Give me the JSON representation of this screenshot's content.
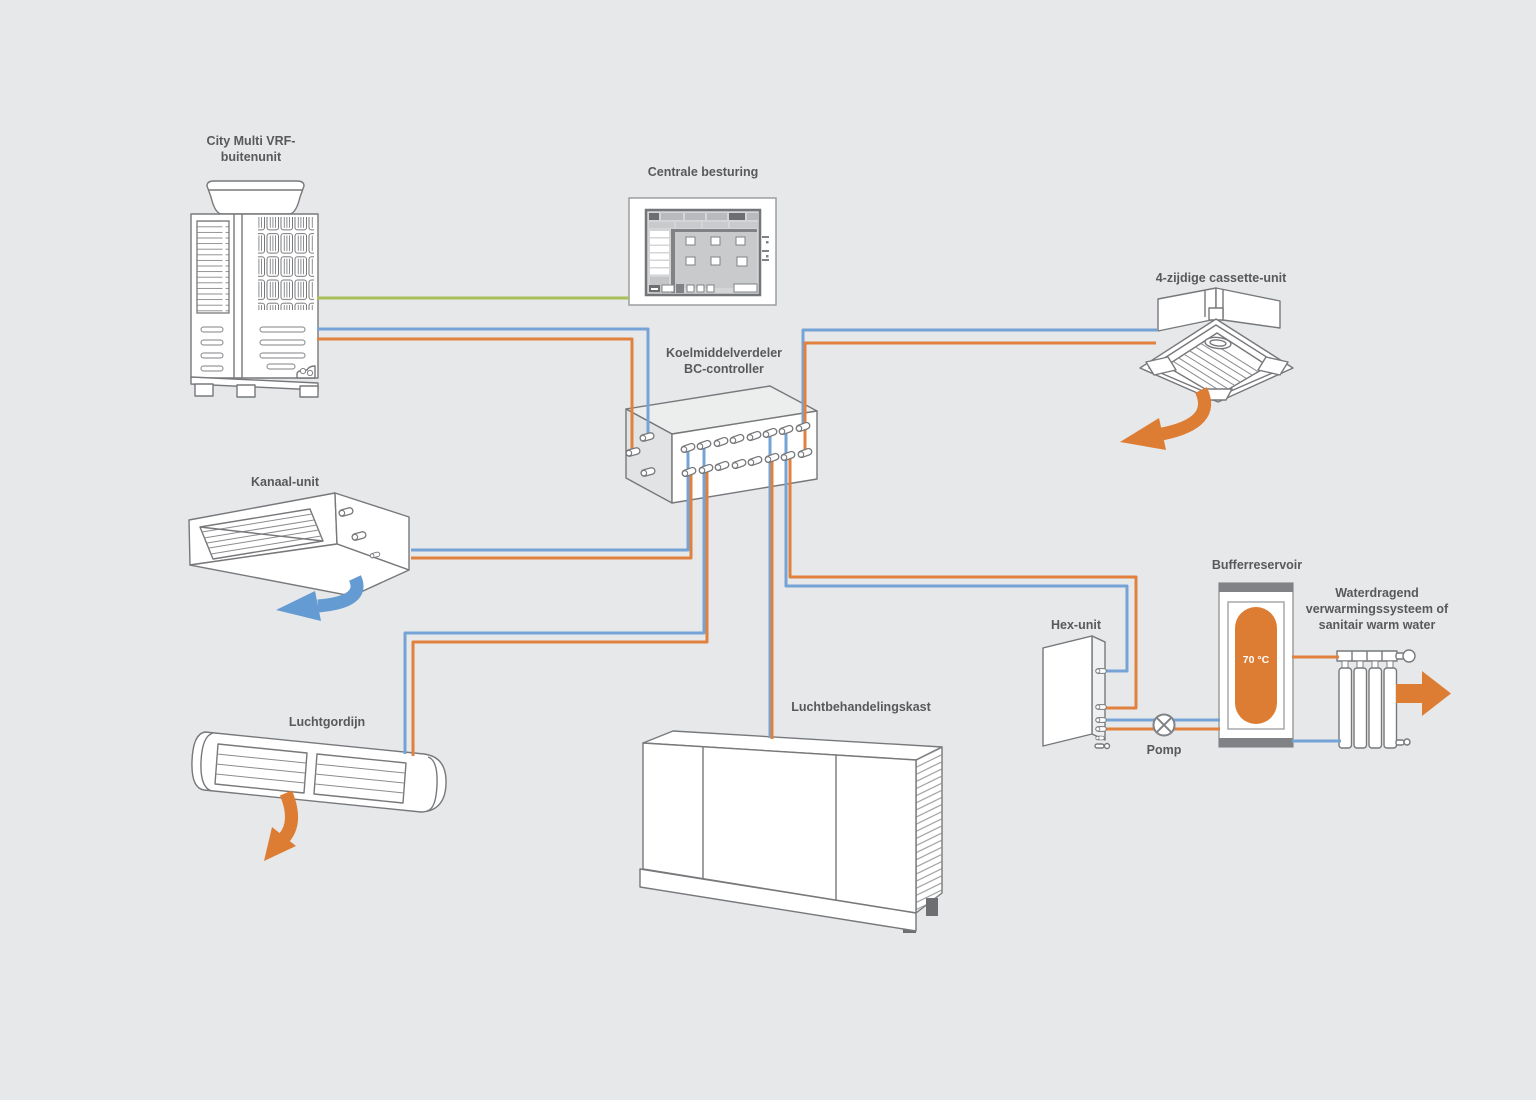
{
  "diagram": {
    "labels": {
      "outdoor_unit": "City Multi VRF-\nbuitenunit",
      "central_control": "Centrale besturing",
      "cassette_unit": "4-zijdige cassette-unit",
      "bc_controller": "Koelmiddelverdeler\nBC-controller",
      "duct_unit": "Kanaal-unit",
      "air_curtain": "Luchtgordijn",
      "air_handling_unit": "Luchtbehandelingskast",
      "hex_unit": "Hex-unit",
      "pump": "Pomp",
      "buffer_tank": "Bufferreservoir",
      "heating_system": "Waterdragend\nverwarmingssysteem of\nsanitair warm water"
    },
    "buffer": {
      "temperature": "70 °C"
    },
    "colors": {
      "background": "#e7e8e9",
      "outline": "#77787b",
      "wire_blue": "#76a3d6",
      "wire_orange": "#e0823e",
      "wire_green": "#a9bf59",
      "accent_orange": "#dd7d33",
      "arrow_blue": "#649bd2",
      "label_text": "#58595b",
      "dark_gray": "#808285"
    },
    "connections": [
      {
        "from": "City Multi VRF-buitenunit",
        "to": "Centrale besturing",
        "wires": [
          "green"
        ]
      },
      {
        "from": "City Multi VRF-buitenunit",
        "to": "Koelmiddelverdeler BC-controller",
        "wires": [
          "blue",
          "orange"
        ]
      },
      {
        "from": "Koelmiddelverdeler BC-controller",
        "to": "4-zijdige cassette-unit",
        "wires": [
          "blue",
          "orange"
        ]
      },
      {
        "from": "Koelmiddelverdeler BC-controller",
        "to": "Kanaal-unit",
        "wires": [
          "blue",
          "orange"
        ]
      },
      {
        "from": "Koelmiddelverdeler BC-controller",
        "to": "Luchtgordijn",
        "wires": [
          "blue",
          "orange"
        ]
      },
      {
        "from": "Koelmiddelverdeler BC-controller",
        "to": "Luchtbehandelingskast",
        "wires": [
          "blue",
          "orange"
        ]
      },
      {
        "from": "Koelmiddelverdeler BC-controller",
        "to": "Hex-unit",
        "wires": [
          "blue",
          "orange"
        ]
      },
      {
        "from": "Hex-unit",
        "to": "Bufferreservoir",
        "via": "Pomp",
        "wires": [
          "blue",
          "orange"
        ]
      },
      {
        "from": "Bufferreservoir",
        "to": "Waterdragend verwarmingssysteem of sanitair warm water",
        "wires": [
          "orange",
          "blue"
        ]
      }
    ]
  }
}
